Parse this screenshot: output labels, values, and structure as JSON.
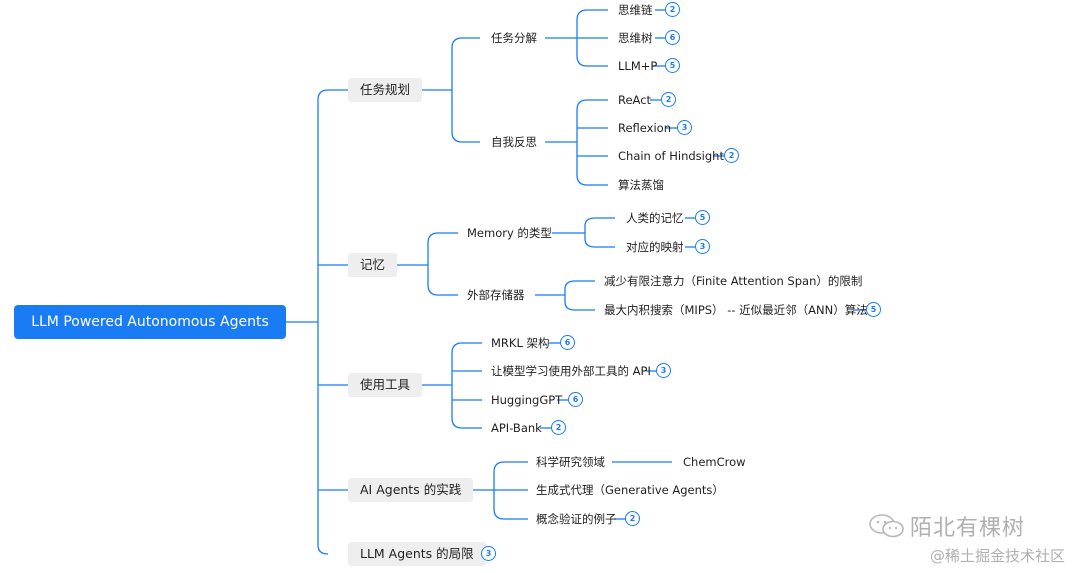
{
  "root": "LLM Powered Autonomous Agents",
  "branches": {
    "planning": "任务规划",
    "memory": "记忆",
    "tools": "使用工具",
    "practice": "AI Agents 的实践",
    "limits": "LLM Agents 的局限"
  },
  "planning": {
    "decompose": "任务分解",
    "cot": "思维链",
    "tot": "思维树",
    "llmp": "LLM+P",
    "reflect": "自我反思",
    "react": "ReAct",
    "reflexion": "Reflexion",
    "coh": "Chain of Hindsight",
    "distill": "算法蒸馏"
  },
  "memory": {
    "types": "Memory 的类型",
    "human": "人类的记忆",
    "mapping": "对应的映射",
    "external": "外部存储器",
    "fas": "减少有限注意力（Finite Attention Span）的限制",
    "mips": "最大内积搜索（MIPS） -- 近似最近邻（ANN）算法"
  },
  "tools": {
    "mrkl": "MRKL 架构",
    "learn": "让模型学习使用外部工具的 API",
    "hgpt": "HuggingGPT",
    "apibank": "API-Bank"
  },
  "practice": {
    "science": "科学研究领域",
    "chemcrow": "ChemCrow",
    "generative": "生成式代理（Generative Agents）",
    "poc": "概念验证的例子"
  },
  "badges": {
    "cot": "2",
    "tot": "6",
    "llmp": "5",
    "react": "2",
    "reflexion": "3",
    "coh": "2",
    "human": "5",
    "mapping": "3",
    "mips": "5",
    "mrkl": "6",
    "learn": "3",
    "hgpt": "6",
    "apibank": "2",
    "poc": "2",
    "limits": "3"
  },
  "watermark": {
    "main": "陌北有棵树",
    "sub": "@稀土掘金技术社区"
  },
  "colors": {
    "accent": "#1a7cf5",
    "node_bg": "#eeeeee"
  }
}
